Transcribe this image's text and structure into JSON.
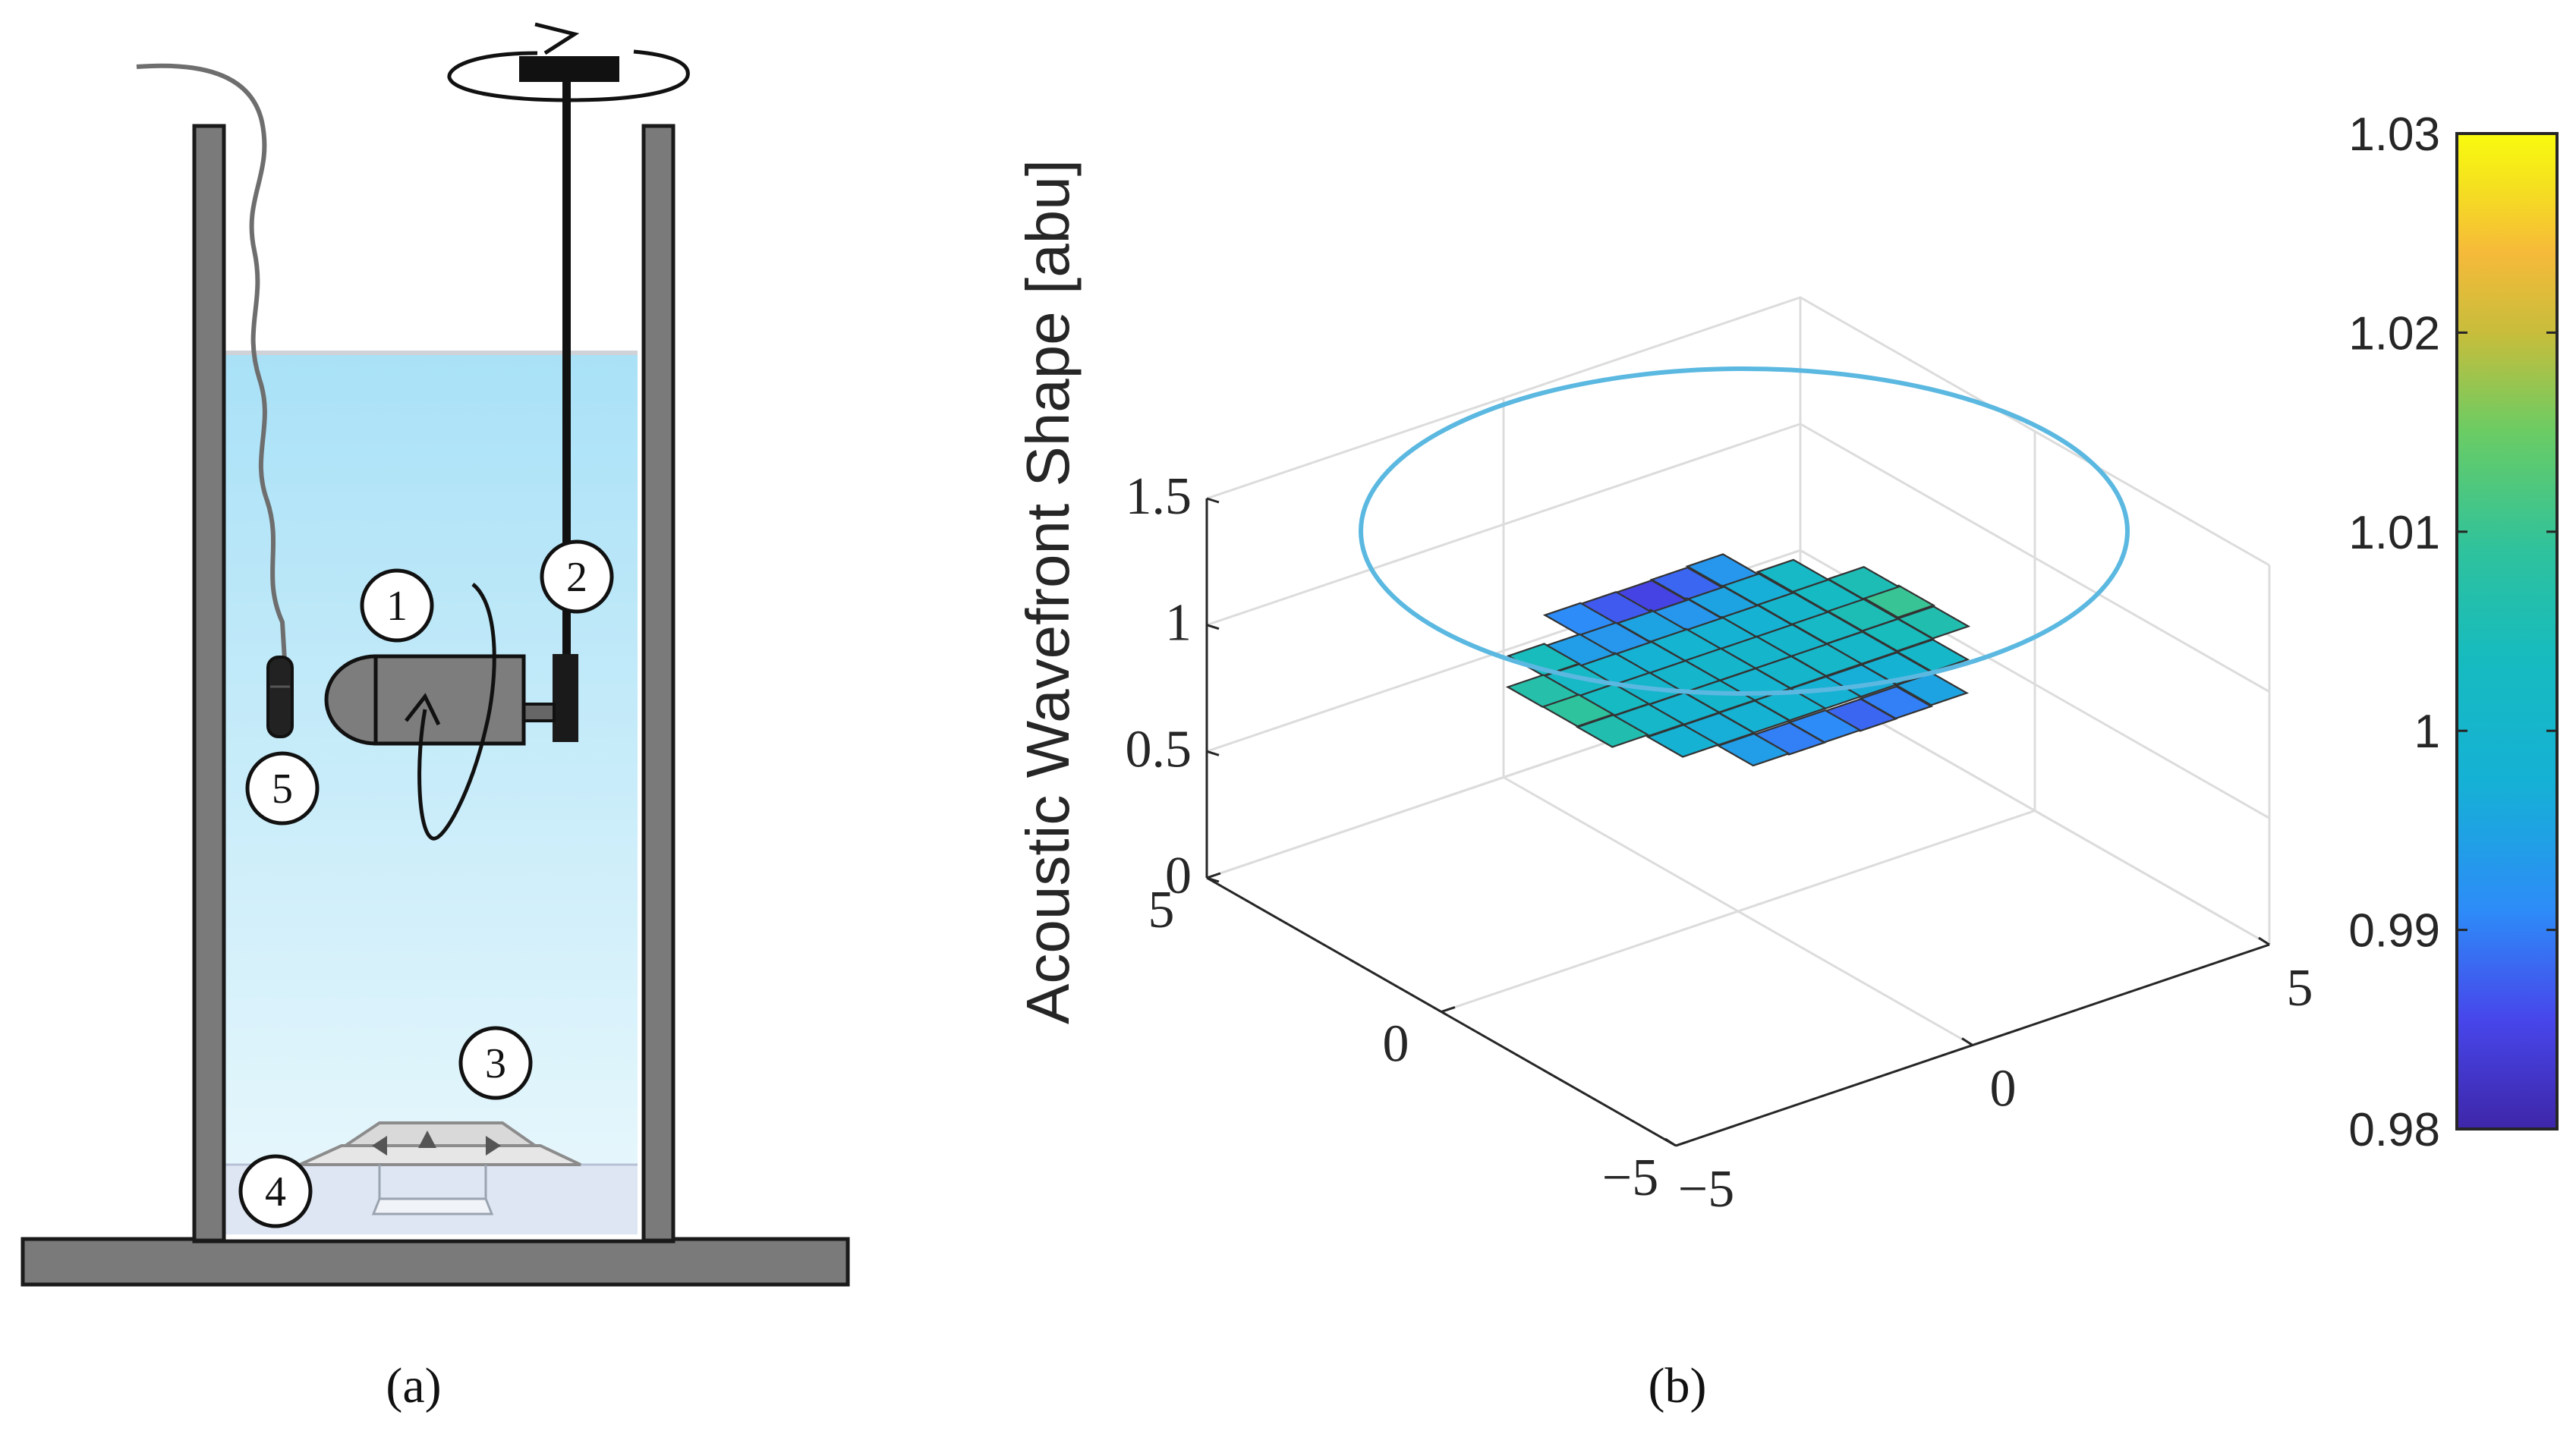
{
  "panel_a": {
    "caption": "(a)",
    "markers": [
      "1",
      "2",
      "3",
      "4",
      "5"
    ],
    "colors": {
      "wall": "#7a7a7a",
      "water_top": "#a9e1f7",
      "water_bottom": "#eaf8fc",
      "sediment": "#dfe6f3"
    }
  },
  "panel_b": {
    "caption": "(b)",
    "chart_data": {
      "type": "heatmap",
      "subtype": "3d-surface",
      "title": "",
      "zlabel": "Acoustic Wavefront Shape [abu]",
      "z_ticks": [
        "0",
        "0.5",
        "1",
        "1.5"
      ],
      "zlim": [
        0,
        1.5
      ],
      "x_ticks": [
        "−5",
        "0",
        "5"
      ],
      "y_ticks": [
        "−5",
        "0",
        "5"
      ],
      "xlim": [
        -5,
        5
      ],
      "ylim": [
        -5,
        5
      ],
      "grid": true,
      "colormap": "parula",
      "colorbar": {
        "ticks": [
          "0.98",
          "0.99",
          "1",
          "1.01",
          "1.02",
          "1.03"
        ],
        "range": [
          0.98,
          1.03
        ],
        "colors": [
          "#3e26a8",
          "#4746eb",
          "#2d8cf8",
          "#15b1d5",
          "#2ec29d",
          "#6acc64",
          "#c8bd3b",
          "#f6ba3a",
          "#f5e21e",
          "#f9fb0e"
        ]
      },
      "reference_circle_color": "#5bb8e0",
      "surface_grid": [
        [
          null,
          null,
          null,
          0.991,
          0.987,
          0.985,
          0.988,
          0.993,
          null,
          null
        ],
        [
          null,
          1.004,
          0.994,
          0.993,
          0.995,
          0.993,
          0.995,
          0.997,
          1.002,
          null
        ],
        [
          1.007,
          1.002,
          0.999,
          0.998,
          0.999,
          0.998,
          0.998,
          1.0,
          1.003,
          1.005
        ],
        [
          1.009,
          1.003,
          1.0,
          1.0,
          1.0,
          1.0,
          1.0,
          1.002,
          1.005,
          1.01
        ],
        [
          1.006,
          1.001,
          0.999,
          1.0,
          0.999,
          1.0,
          1.001,
          1.001,
          1.004,
          1.006
        ],
        [
          null,
          0.998,
          0.997,
          0.998,
          0.999,
          0.998,
          0.997,
          0.998,
          1.001,
          null
        ],
        [
          null,
          null,
          0.994,
          0.99,
          0.991,
          0.988,
          0.99,
          0.995,
          null,
          null
        ]
      ]
    }
  }
}
